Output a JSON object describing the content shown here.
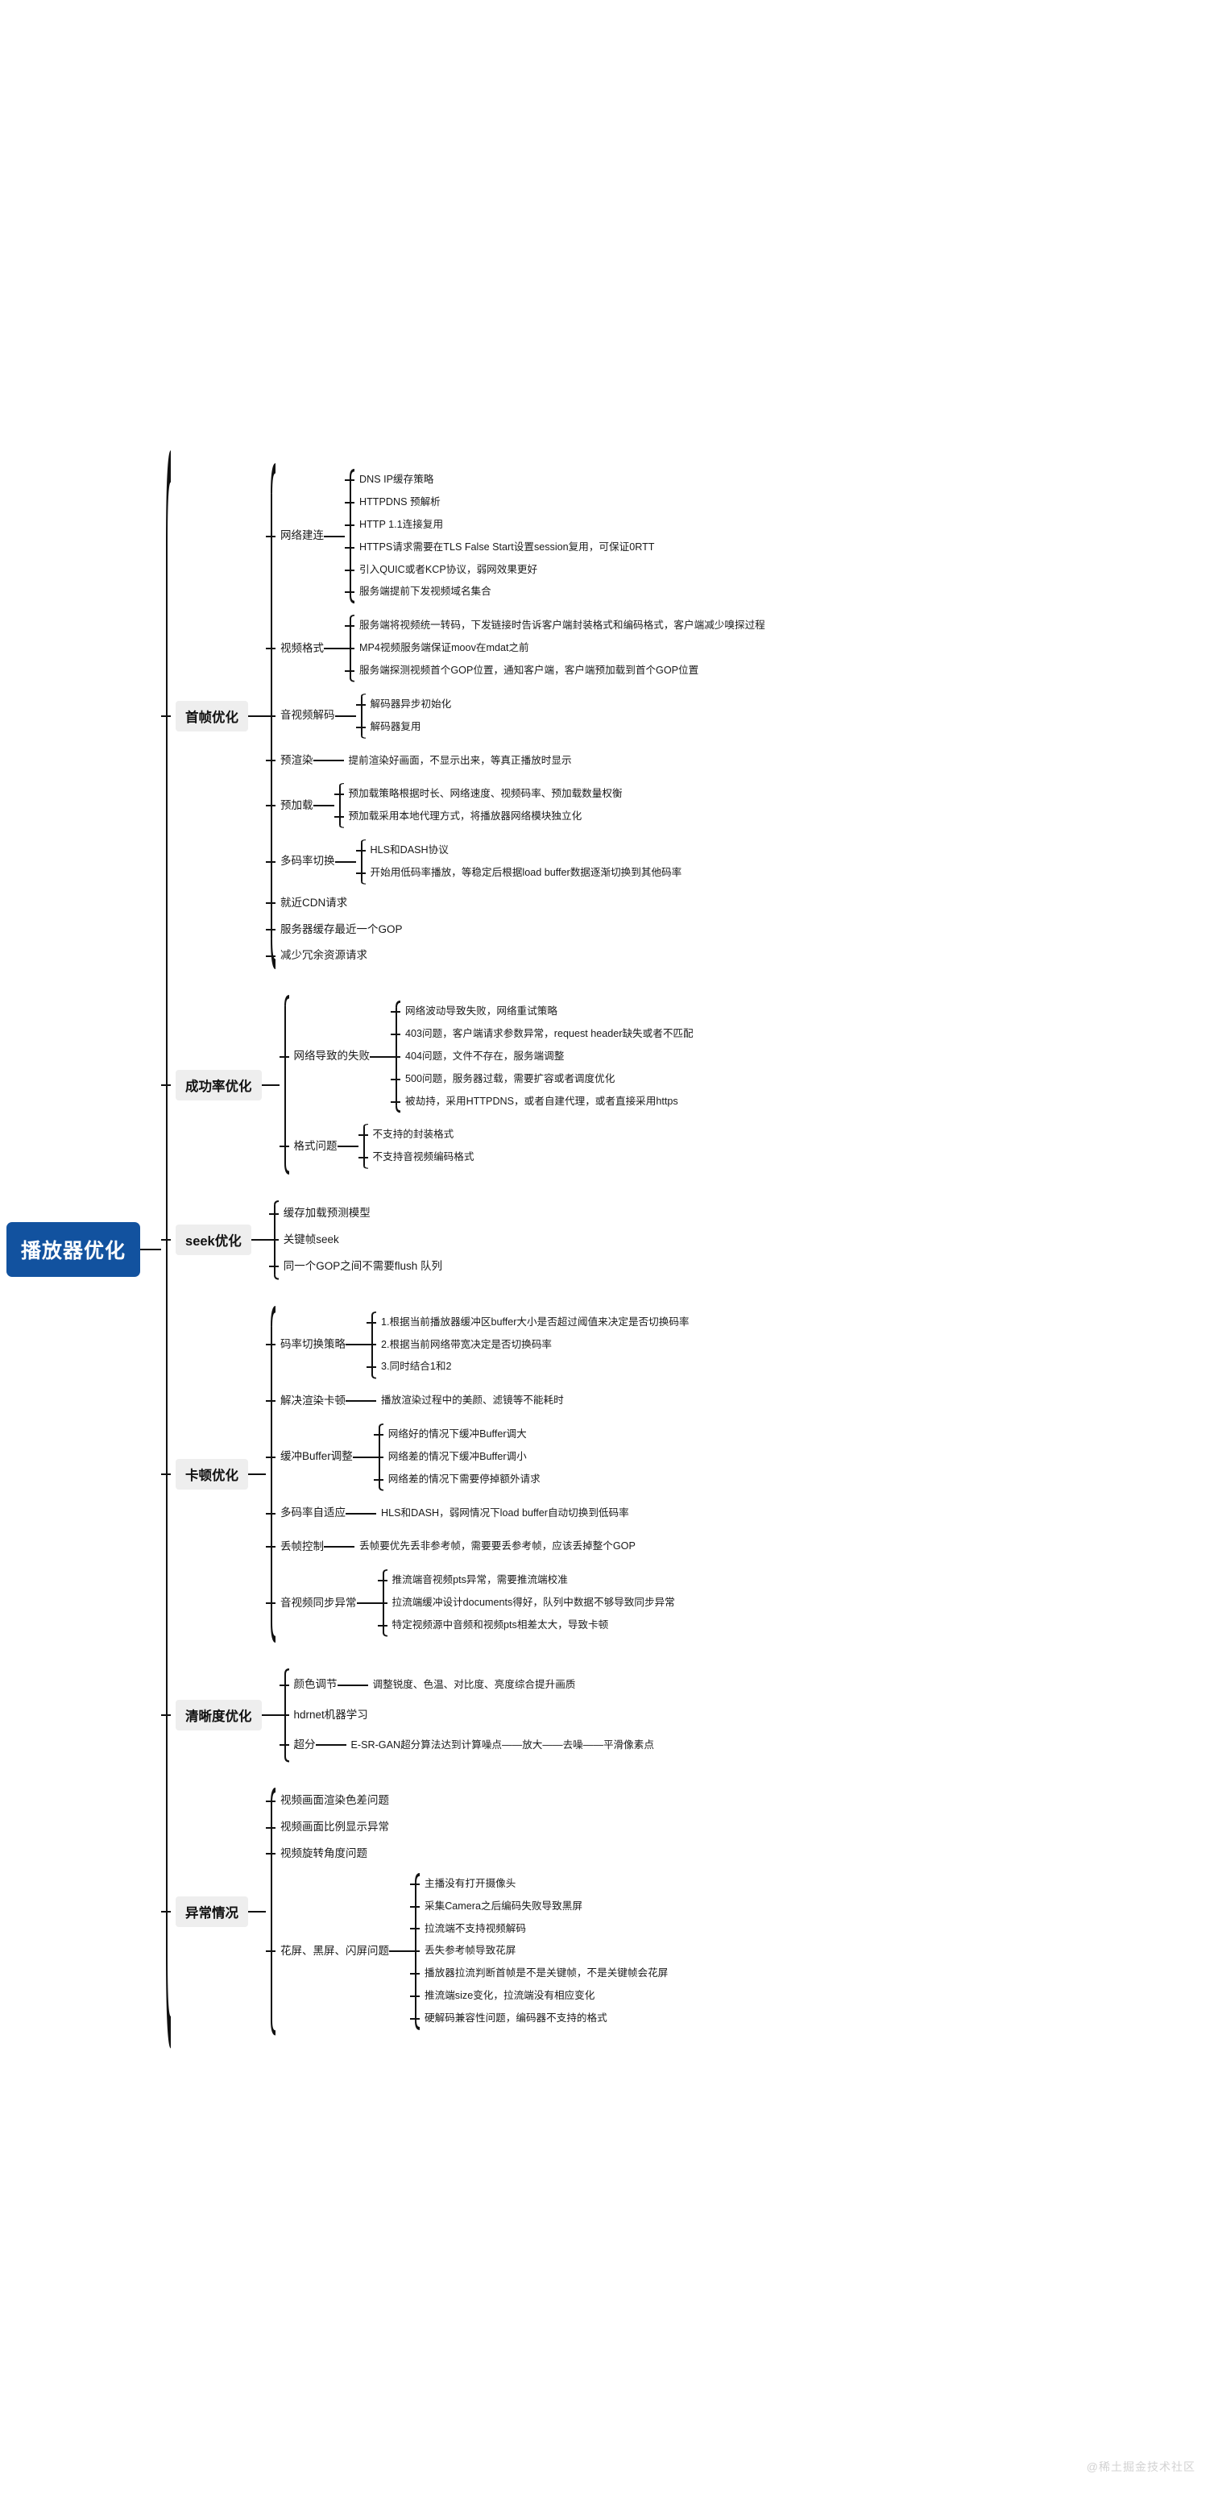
{
  "watermark": "@稀土掘金技术社区",
  "root": {
    "label": "播放器优化"
  },
  "branches": [
    {
      "label": "首帧优化",
      "children": [
        {
          "label": "网络建连",
          "children": [
            {
              "label": "DNS IP缓存策略"
            },
            {
              "label": "HTTPDNS 预解析"
            },
            {
              "label": "HTTP 1.1连接复用"
            },
            {
              "label": "HTTPS请求需要在TLS False Start设置session复用，可保证0RTT"
            },
            {
              "label": "引入QUIC或者KCP协议，弱网效果更好"
            },
            {
              "label": "服务端提前下发视频域名集合"
            }
          ]
        },
        {
          "label": "视频格式",
          "children": [
            {
              "label": "服务端将视频统一转码，下发链接时告诉客户端封装格式和编码格式，客户端减少嗅探过程"
            },
            {
              "label": "MP4视频服务端保证moov在mdat之前"
            },
            {
              "label": "服务端探测视频首个GOP位置，通知客户端，客户端预加载到首个GOP位置"
            }
          ]
        },
        {
          "label": "音视频解码",
          "children": [
            {
              "label": "解码器异步初始化"
            },
            {
              "label": "解码器复用"
            }
          ]
        },
        {
          "label": "预渲染",
          "children": [
            {
              "label": "提前渲染好画面，不显示出来，等真正播放时显示"
            }
          ]
        },
        {
          "label": "预加载",
          "children": [
            {
              "label": "预加载策略根据时长、网络速度、视频码率、预加载数量权衡"
            },
            {
              "label": "预加载采用本地代理方式，将播放器网络模块独立化"
            }
          ]
        },
        {
          "label": "多码率切换",
          "children": [
            {
              "label": "HLS和DASH协议"
            },
            {
              "label": "开始用低码率播放，等稳定后根据load buffer数据逐渐切换到其他码率"
            }
          ]
        },
        {
          "label": "就近CDN请求",
          "children": []
        },
        {
          "label": "服务器缓存最近一个GOP",
          "children": []
        },
        {
          "label": "减少冗余资源请求",
          "children": []
        }
      ]
    },
    {
      "label": "成功率优化",
      "children": [
        {
          "label": "网络导致的失败",
          "children": [
            {
              "label": "网络波动导致失败，网络重试策略"
            },
            {
              "label": "403问题，客户端请求参数异常，request header缺失或者不匹配"
            },
            {
              "label": "404问题，文件不存在，服务端调整"
            },
            {
              "label": "500问题，服务器过载，需要扩容或者调度优化"
            },
            {
              "label": "被劫持，采用HTTPDNS，或者自建代理，或者直接采用https"
            }
          ]
        },
        {
          "label": "格式问题",
          "children": [
            {
              "label": "不支持的封装格式"
            },
            {
              "label": "不支持音视频编码格式"
            }
          ]
        }
      ]
    },
    {
      "label": "seek优化",
      "children": [
        {
          "label": "缓存加载预测模型",
          "children": []
        },
        {
          "label": "关键帧seek",
          "children": []
        },
        {
          "label": "同一个GOP之间不需要flush 队列",
          "children": []
        }
      ]
    },
    {
      "label": "卡顿优化",
      "children": [
        {
          "label": "码率切换策略",
          "children": [
            {
              "label": "1.根据当前播放器缓冲区buffer大小是否超过阈值来决定是否切换码率"
            },
            {
              "label": "2.根据当前网络带宽决定是否切换码率"
            },
            {
              "label": "3.同时结合1和2"
            }
          ]
        },
        {
          "label": "解决渲染卡顿",
          "children": [
            {
              "label": "播放渲染过程中的美颜、滤镜等不能耗时"
            }
          ]
        },
        {
          "label": "缓冲Buffer调整",
          "children": [
            {
              "label": "网络好的情况下缓冲Buffer调大"
            },
            {
              "label": "网络差的情况下缓冲Buffer调小"
            },
            {
              "label": "网络差的情况下需要停掉额外请求"
            }
          ]
        },
        {
          "label": "多码率自适应",
          "children": [
            {
              "label": "HLS和DASH，弱网情况下load buffer自动切换到低码率"
            }
          ]
        },
        {
          "label": "丢帧控制",
          "children": [
            {
              "label": "丢帧要优先丢非参考帧，需要要丢参考帧，应该丢掉整个GOP"
            }
          ]
        },
        {
          "label": "音视频同步异常",
          "children": [
            {
              "label": "推流端音视频pts异常，需要推流端校准"
            },
            {
              "label": "拉流端缓冲设计documents得好，队列中数据不够导致同步异常"
            },
            {
              "label": "特定视频源中音频和视频pts相差太大，导致卡顿"
            }
          ]
        }
      ]
    },
    {
      "label": "清晰度优化",
      "children": [
        {
          "label": "颜色调节",
          "children": [
            {
              "label": "调整锐度、色温、对比度、亮度综合提升画质"
            }
          ]
        },
        {
          "label": "hdrnet机器学习",
          "children": []
        },
        {
          "label": "超分",
          "children": [
            {
              "label": "E-SR-GAN超分算法达到计算噪点——放大——去噪——平滑像素点"
            }
          ]
        }
      ]
    },
    {
      "label": "异常情况",
      "children": [
        {
          "label": "视频画面渲染色差问题",
          "children": []
        },
        {
          "label": "视频画面比例显示异常",
          "children": []
        },
        {
          "label": "视频旋转角度问题",
          "children": []
        },
        {
          "label": "花屏、黑屏、闪屏问题",
          "children": [
            {
              "label": "主播没有打开摄像头"
            },
            {
              "label": "采集Camera之后编码失败导致黑屏"
            },
            {
              "label": "拉流端不支持视频解码"
            },
            {
              "label": "丢失参考帧导致花屏"
            },
            {
              "label": "播放器拉流判断首帧是不是关键帧，不是关键帧会花屏"
            },
            {
              "label": "推流端size变化，拉流端没有相应变化"
            },
            {
              "label": "硬解码兼容性问题，编码器不支持的格式"
            }
          ]
        }
      ]
    }
  ]
}
